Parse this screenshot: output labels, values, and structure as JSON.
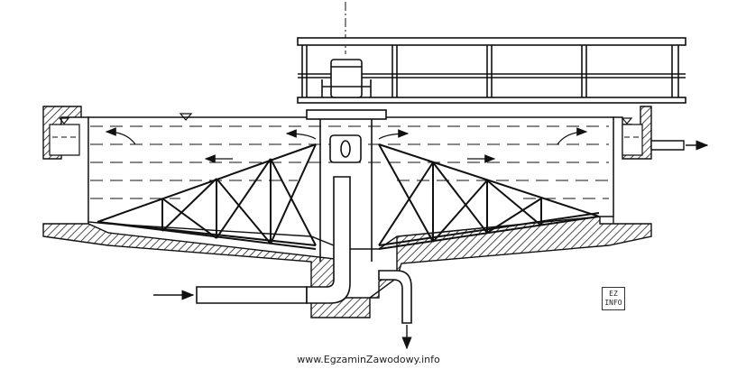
{
  "footer": {
    "watermark": "www.EgzaminZawodowy.info"
  },
  "logo": {
    "line1": "EZ",
    "line2": "INFO"
  },
  "colors": {
    "line": "#111111",
    "hatch": "#222222",
    "background": "#ffffff"
  }
}
